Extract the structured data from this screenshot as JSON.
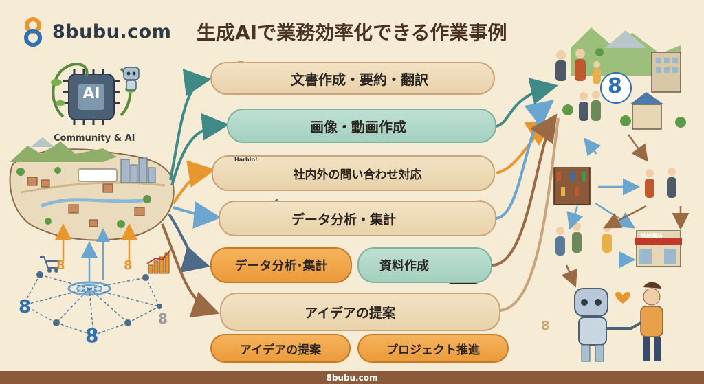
{
  "brand": {
    "logo_glyph": "8",
    "name": "8bubu.com"
  },
  "title": "生成AIで業務効率化できる作業事例",
  "left": {
    "chip_label": "AI",
    "community_label": "Community & AI",
    "node_glyph": "8"
  },
  "pills": {
    "p1": "文書作成・要約・翻訳",
    "p2": "画像・動画作成",
    "p3": "社内外の問い合わせ対応",
    "p4": "データ分析・集計",
    "p5a": "データ分析･集計",
    "p5b": "資料作成",
    "p6": "アイデアの提案",
    "p7a": "アイデアの提案",
    "p7b": "プロジェクト推進"
  },
  "callout": "Harhio!",
  "shop_sign": "地域書店",
  "footer": "8bubu.com",
  "colors": {
    "teal": "#3f8a86",
    "orange": "#e8962e",
    "brown": "#8a5a3b",
    "blue": "#7fb2d6",
    "cream": "#f6ecd6"
  }
}
